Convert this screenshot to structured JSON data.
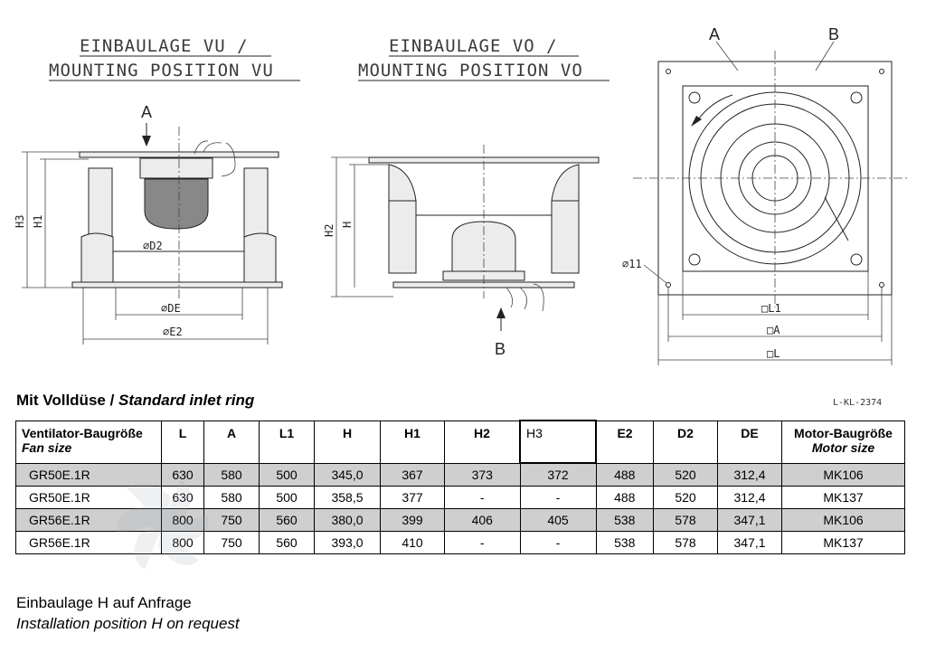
{
  "drawing_vu": {
    "title_de": "EINBAULAGE VU /",
    "title_en": "MOUNTING POSITION VU",
    "label_a": "A",
    "dim_h3": "H3",
    "dim_h1": "H1",
    "dim_d2": "⌀D2",
    "dim_de": "⌀DE",
    "dim_e2": "⌀E2"
  },
  "drawing_vo": {
    "title_de": "EINBAULAGE VO /",
    "title_en": "MOUNTING POSITION VO",
    "label_b": "B",
    "dim_h2": "H2",
    "dim_h": "H"
  },
  "drawing_top": {
    "label_a": "A",
    "label_b": "B",
    "hole": "⌀11",
    "dim_l1": "□L1",
    "dim_a": "□A",
    "dim_l": "□L"
  },
  "section": {
    "title_de": "Mit Volldüse / ",
    "title_en": "Standard inlet ring",
    "code": "L-KL-2374"
  },
  "table": {
    "headers": [
      {
        "de": "Ventilator-Baugröße",
        "en": "Fan size"
      },
      {
        "de": "L"
      },
      {
        "de": "A"
      },
      {
        "de": "L1"
      },
      {
        "de": "H"
      },
      {
        "de": "H1"
      },
      {
        "de": "H2"
      },
      {
        "de": "H3"
      },
      {
        "de": "E2"
      },
      {
        "de": "D2"
      },
      {
        "de": "DE"
      },
      {
        "de": "Motor-Baugröße",
        "en": "Motor size"
      }
    ],
    "rows": [
      [
        "GR50E.1R",
        "630",
        "580",
        "500",
        "345,0",
        "367",
        "373",
        "372",
        "488",
        "520",
        "312,4",
        "MK106"
      ],
      [
        "GR50E.1R",
        "630",
        "580",
        "500",
        "358,5",
        "377",
        "-",
        "-",
        "488",
        "520",
        "312,4",
        "MK137"
      ],
      [
        "GR56E.1R",
        "800",
        "750",
        "560",
        "380,0",
        "399",
        "406",
        "405",
        "538",
        "578",
        "347,1",
        "MK106"
      ],
      [
        "GR56E.1R",
        "800",
        "750",
        "560",
        "393,0",
        "410",
        "-",
        "-",
        "538",
        "578",
        "347,1",
        "MK137"
      ]
    ]
  },
  "note": {
    "de": "Einbaulage H auf Anfrage",
    "en": "Installation position H on request"
  }
}
